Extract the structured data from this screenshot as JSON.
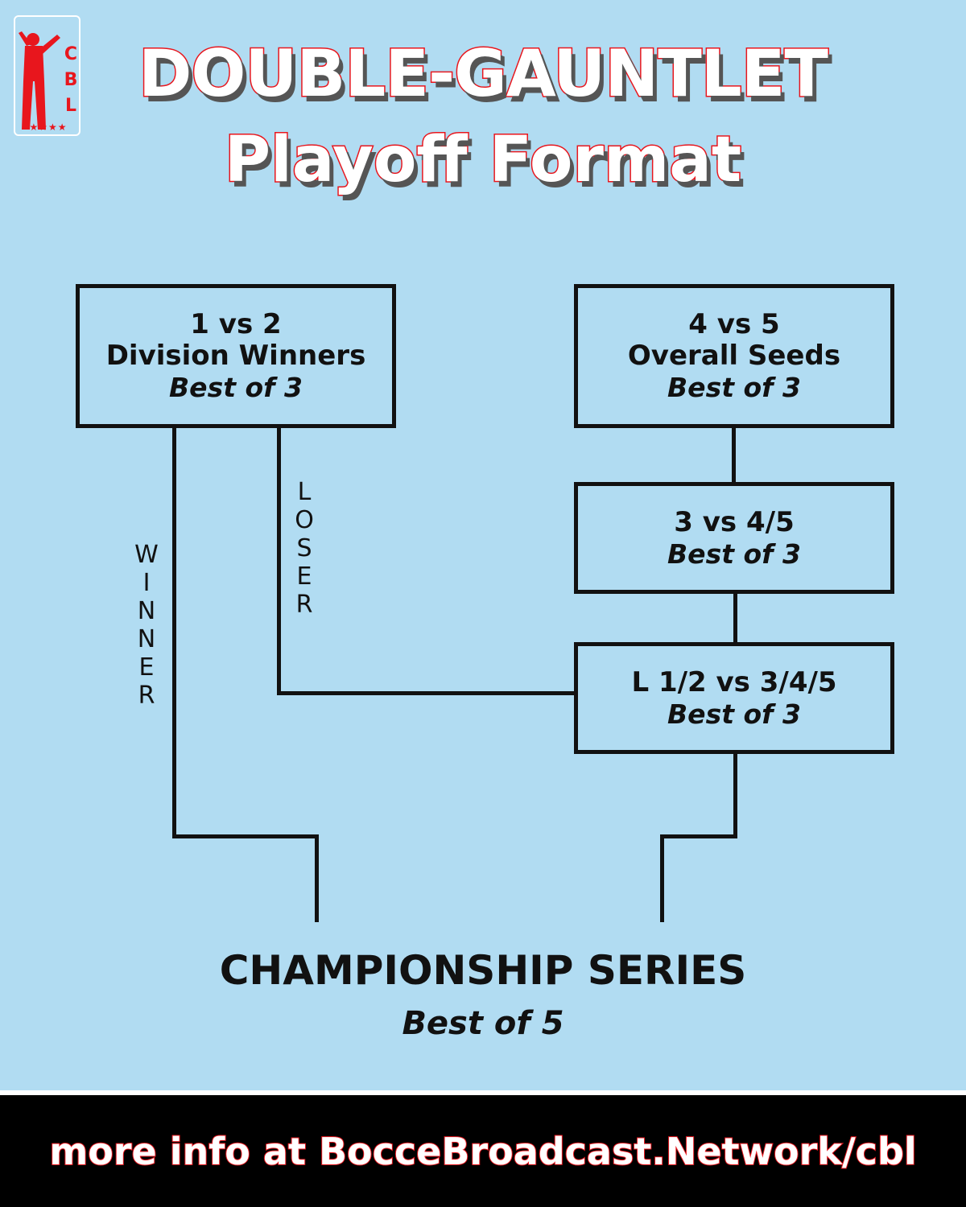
{
  "logo": {
    "letters": [
      "C",
      "B",
      "L"
    ],
    "stars": "★★★★",
    "icon": "bocce-player-silhouette-icon"
  },
  "title": {
    "line1": "DOUBLE-GAUNTLET",
    "line2": "Playoff Format"
  },
  "bracket": {
    "box_1v2": {
      "line1": "1 vs 2",
      "line2": "Division Winners",
      "line3": "Best of 3"
    },
    "box_4v5": {
      "line1": "4 vs 5",
      "line2": "Overall Seeds",
      "line3": "Best of 3"
    },
    "box_3v45": {
      "line1": "3 vs 4/5",
      "line2": "Best of 3"
    },
    "box_l12v345": {
      "line1": "L 1/2 vs 3/4/5",
      "line2": "Best of 3"
    },
    "winner_label": [
      "W",
      "I",
      "N",
      "N",
      "E",
      "R"
    ],
    "loser_label": [
      "L",
      "O",
      "S",
      "E",
      "R"
    ]
  },
  "championship": {
    "title": "CHAMPIONSHIP SERIES",
    "subtitle": "Best of 5"
  },
  "footer": {
    "text": "more info at BocceBroadcast.Network/cbl"
  },
  "colors": {
    "background": "#b1dcf2",
    "accent_red": "#e8161d",
    "lines": "#111111",
    "footer_bg": "#000000"
  }
}
